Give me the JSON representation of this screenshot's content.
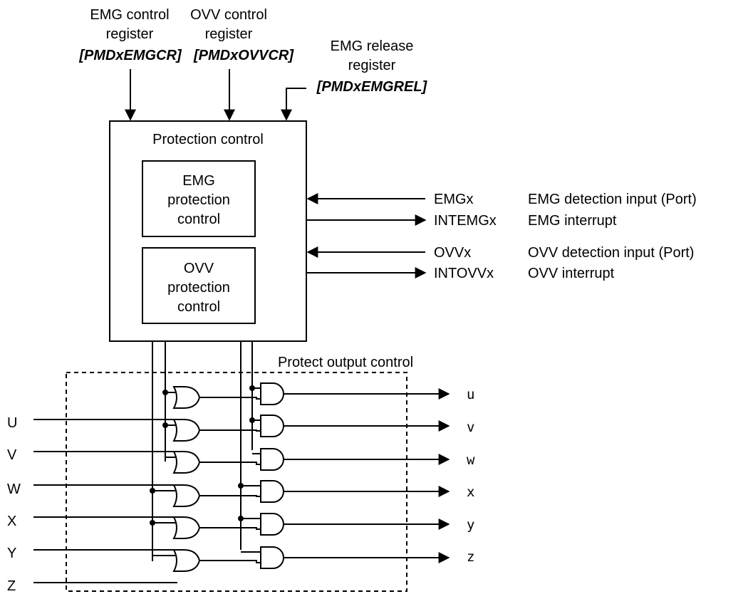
{
  "registers": {
    "emg_control": {
      "line1": "EMG control",
      "line2": "register",
      "name": "[PMDxEMGCR]"
    },
    "ovv_control": {
      "line1": "OVV control",
      "line2": "register",
      "name": "[PMDxOVVCR]"
    },
    "emg_release": {
      "line1": "EMG release",
      "line2": "register",
      "name": "[PMDxEMGREL]"
    }
  },
  "protection_control": {
    "title": "Protection control",
    "emg_block": [
      "EMG",
      "protection",
      "control"
    ],
    "ovv_block": [
      "OVV",
      "protection",
      "control"
    ]
  },
  "signals": [
    {
      "name": "EMGx",
      "desc": "EMG detection input (Port)",
      "direction": "in"
    },
    {
      "name": "INTEMGx",
      "desc": "EMG interrupt",
      "direction": "out"
    },
    {
      "name": "OVVx",
      "desc": "OVV detection input (Port)",
      "direction": "in"
    },
    {
      "name": "INTOVVx",
      "desc": "OVV interrupt",
      "direction": "out"
    }
  ],
  "protect_output": {
    "title": "Protect output control"
  },
  "inputs": [
    "U",
    "V",
    "W",
    "X",
    "Y",
    "Z"
  ],
  "outputs": [
    "u",
    "v",
    "w",
    "x",
    "y",
    "z"
  ]
}
